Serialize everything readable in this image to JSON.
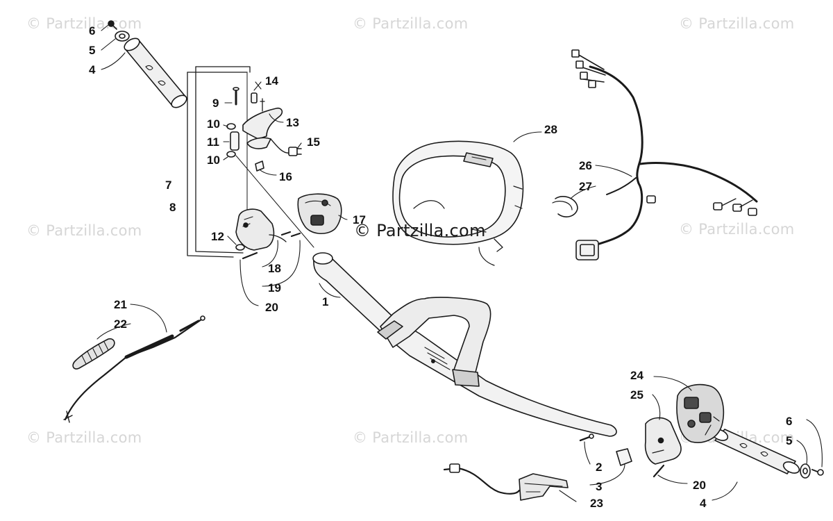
{
  "watermark": "© Partzilla.com",
  "watermark_center": "© Partzilla.com",
  "callouts": {
    "c1": "1",
    "c2": "2",
    "c3": "3",
    "c4a": "4",
    "c4b": "4",
    "c5a": "5",
    "c5b": "5",
    "c6a": "6",
    "c6b": "6",
    "c7": "7",
    "c8": "8",
    "c9": "9",
    "c10a": "10",
    "c10b": "10",
    "c11": "11",
    "c12": "12",
    "c13": "13",
    "c14": "14",
    "c15": "15",
    "c16": "16",
    "c17": "17",
    "c18": "18",
    "c19": "19",
    "c20a": "20",
    "c20b": "20",
    "c21": "21",
    "c22": "22",
    "c23": "23",
    "c24": "24",
    "c25": "25",
    "c26": "26",
    "c27": "27",
    "c28": "28"
  }
}
